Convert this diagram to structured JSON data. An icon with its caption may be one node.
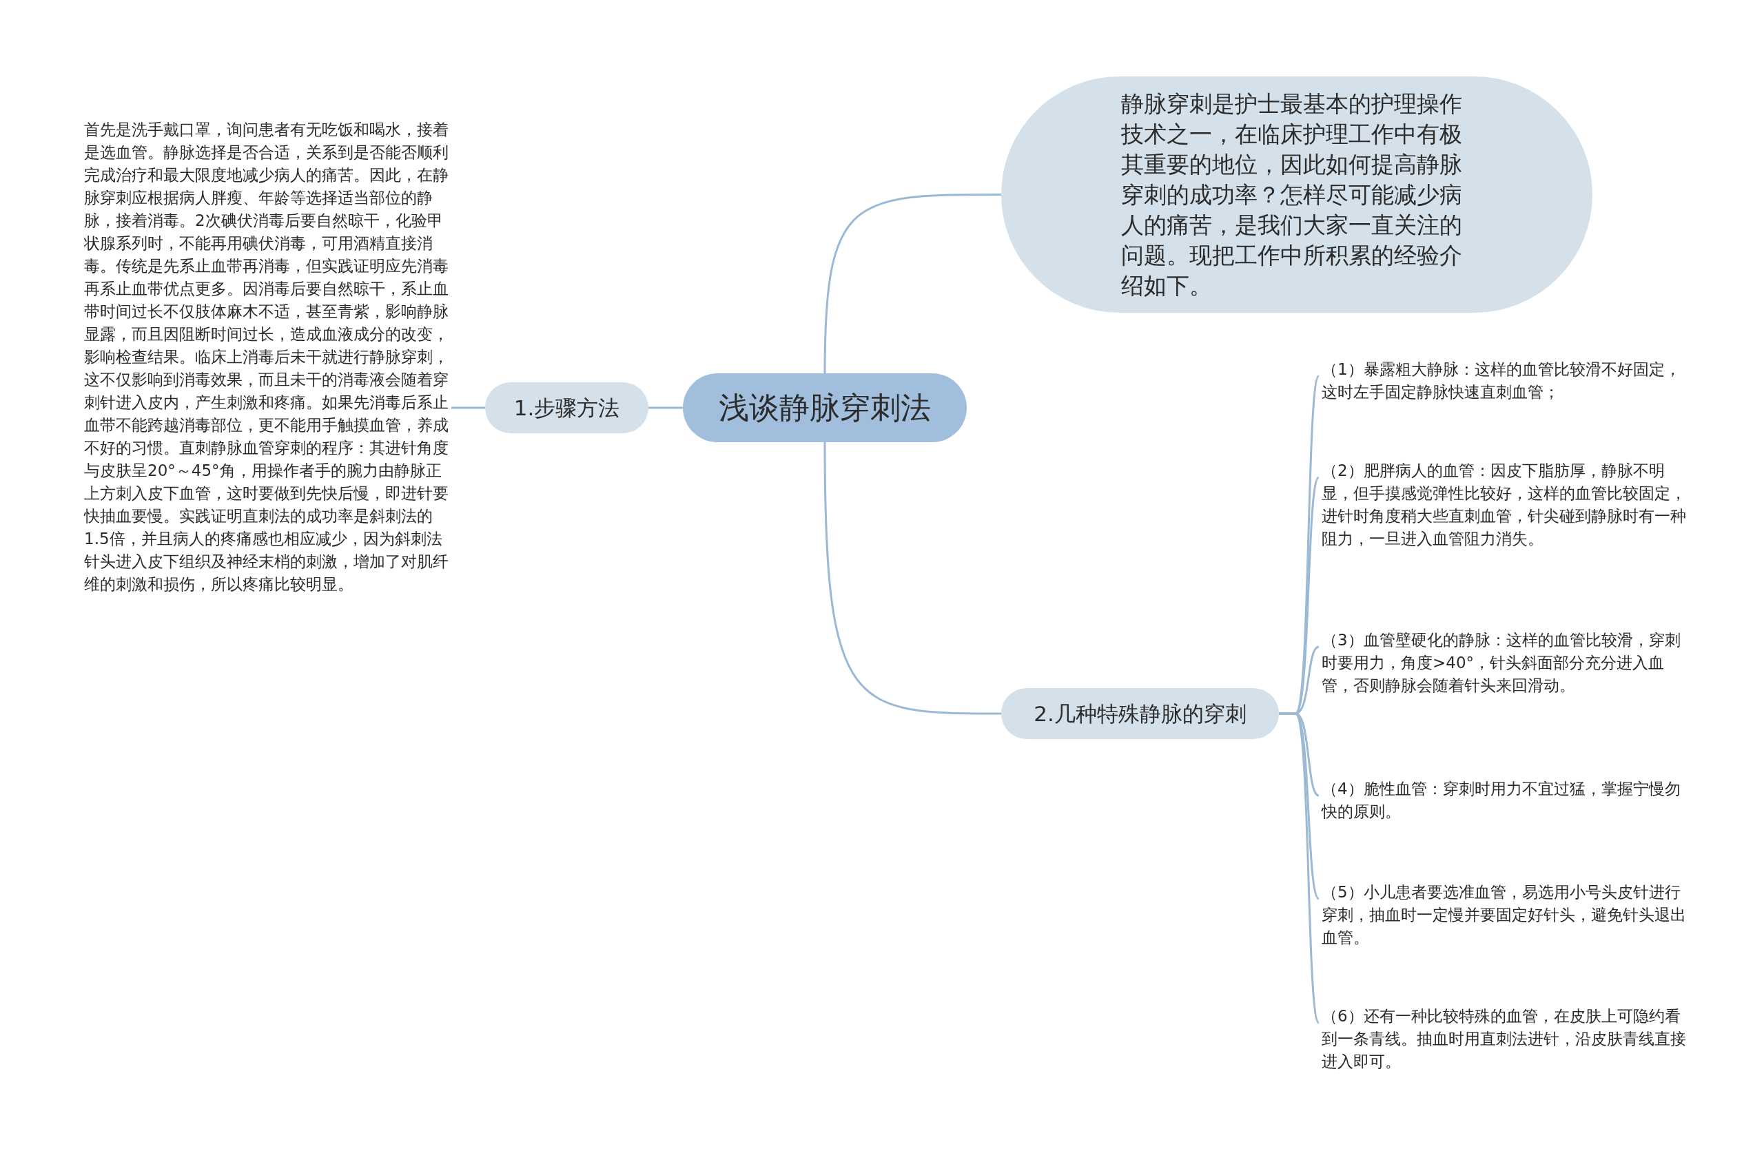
{
  "diagram": {
    "nodes": [
      {
        "text": [
          "浅谈静脉穿刺法"
        ]
      },
      {
        "text": [
          "静脉穿刺是护士最基本的护理操作技术之一，在临床护理工作中有极其重要的地位，因此如何提高静脉穿刺的成功率？怎样尽可能减少病人的痛苦，是我们大家一直关注的问题。现把工作中所积累的经验介绍如下。"
        ]
      },
      {
        "text": [
          "1.步骤方法"
        ]
      },
      {
        "text": [
          "首先是洗手戴口罩，询问患者有无吃饭和喝水，接着是选血管。静脉选择是否合适，关系到是否能否顺利完成治疗和最大限度地减少病人的痛苦。因此，在静脉穿刺应根据病人胖瘦、年龄等选择适当部位的静脉，接着消毒。2次碘伏消毒后要自然晾干，化验甲状腺系列时，不能再用碘伏消毒，可用酒精直接消毒。传统是先系止血带再消毒，但实践证明应先消毒再系止血带优点更多。因消毒后要自然晾干，系止血带时间过长不仅肢体麻木不适，甚至青紫，影响静脉显露，而且因阻断时间过长，造成血液成分的改变，影响检查结果。临床上消毒后未干就进行静脉穿刺，这不仅影响到消毒效果，而且未干的消毒液会随着穿刺针进入皮内，产生刺激和疼痛。如果先消毒后系止血带不能跨越消毒部位，更不能用手触摸血管，养成不好的习惯。直刺静脉血管穿刺的程序：其进针角度与皮肤呈20°～45°角，用操作者手的腕力由静脉正上方刺入皮下血管，这时要做到先快后慢，即进针要快抽血要慢。实践证明直刺法的成功率是斜刺法的1.5倍，并且病人的疼痛感也相应减少，因为斜刺法针头进入皮下组织及神经末梢的刺激，增加了对肌纤维的刺激和损伤，所以疼痛比较明显。"
        ]
      },
      {
        "text": [
          "2.几种特殊静脉的穿刺"
        ]
      },
      {
        "text": [
          "（1）暴露粗大静脉：这样的血管比较滑不好固定，这时左手固定静脉快速直刺血管；"
        ]
      },
      {
        "text": [
          "（2）肥胖病人的血管：因皮下脂肪厚，静脉不明显，但手摸感觉弹性比较好，这样的血管比较固定，进针时角度稍大些直刺血管，针尖碰到静脉时有一种阻力，一旦进入血管阻力消失。"
        ]
      },
      {
        "text": [
          "（3）血管壁硬化的静脉：这样的血管比较滑，穿刺时要用力，角度>40°，针头斜面部分充分进入血管，否则静脉会随着针头来回滑动。"
        ]
      },
      {
        "text": [
          "（4）脆性血管：穿刺时用力不宜过猛，掌握宁慢勿快的原则。"
        ]
      },
      {
        "text": [
          "（5）小儿患者要选准血管，易选用小号头皮针进行穿刺，抽血时一定慢并要固定好针头，避免针头退出血管。"
        ]
      },
      {
        "text": [
          "（6）还有一种比较特殊的血管，在皮肤上可隐约看到一条青线。抽血时用直刺法进针，沿皮肤青线直接进入即可。"
        ]
      }
    ],
    "edges": [
      {
        "from": 0,
        "to": 1,
        "arrow": "none"
      },
      {
        "from": 0,
        "to": 2,
        "arrow": "none"
      },
      {
        "from": 0,
        "to": 4,
        "arrow": "none"
      },
      {
        "from": 2,
        "to": 3,
        "arrow": "none"
      },
      {
        "from": 4,
        "to": 5,
        "arrow": "none"
      },
      {
        "from": 4,
        "to": 6,
        "arrow": "none"
      },
      {
        "from": 4,
        "to": 7,
        "arrow": "none"
      },
      {
        "from": 4,
        "to": 8,
        "arrow": "none"
      },
      {
        "from": 4,
        "to": 9,
        "arrow": "none"
      },
      {
        "from": 4,
        "to": 10,
        "arrow": "none"
      }
    ]
  }
}
